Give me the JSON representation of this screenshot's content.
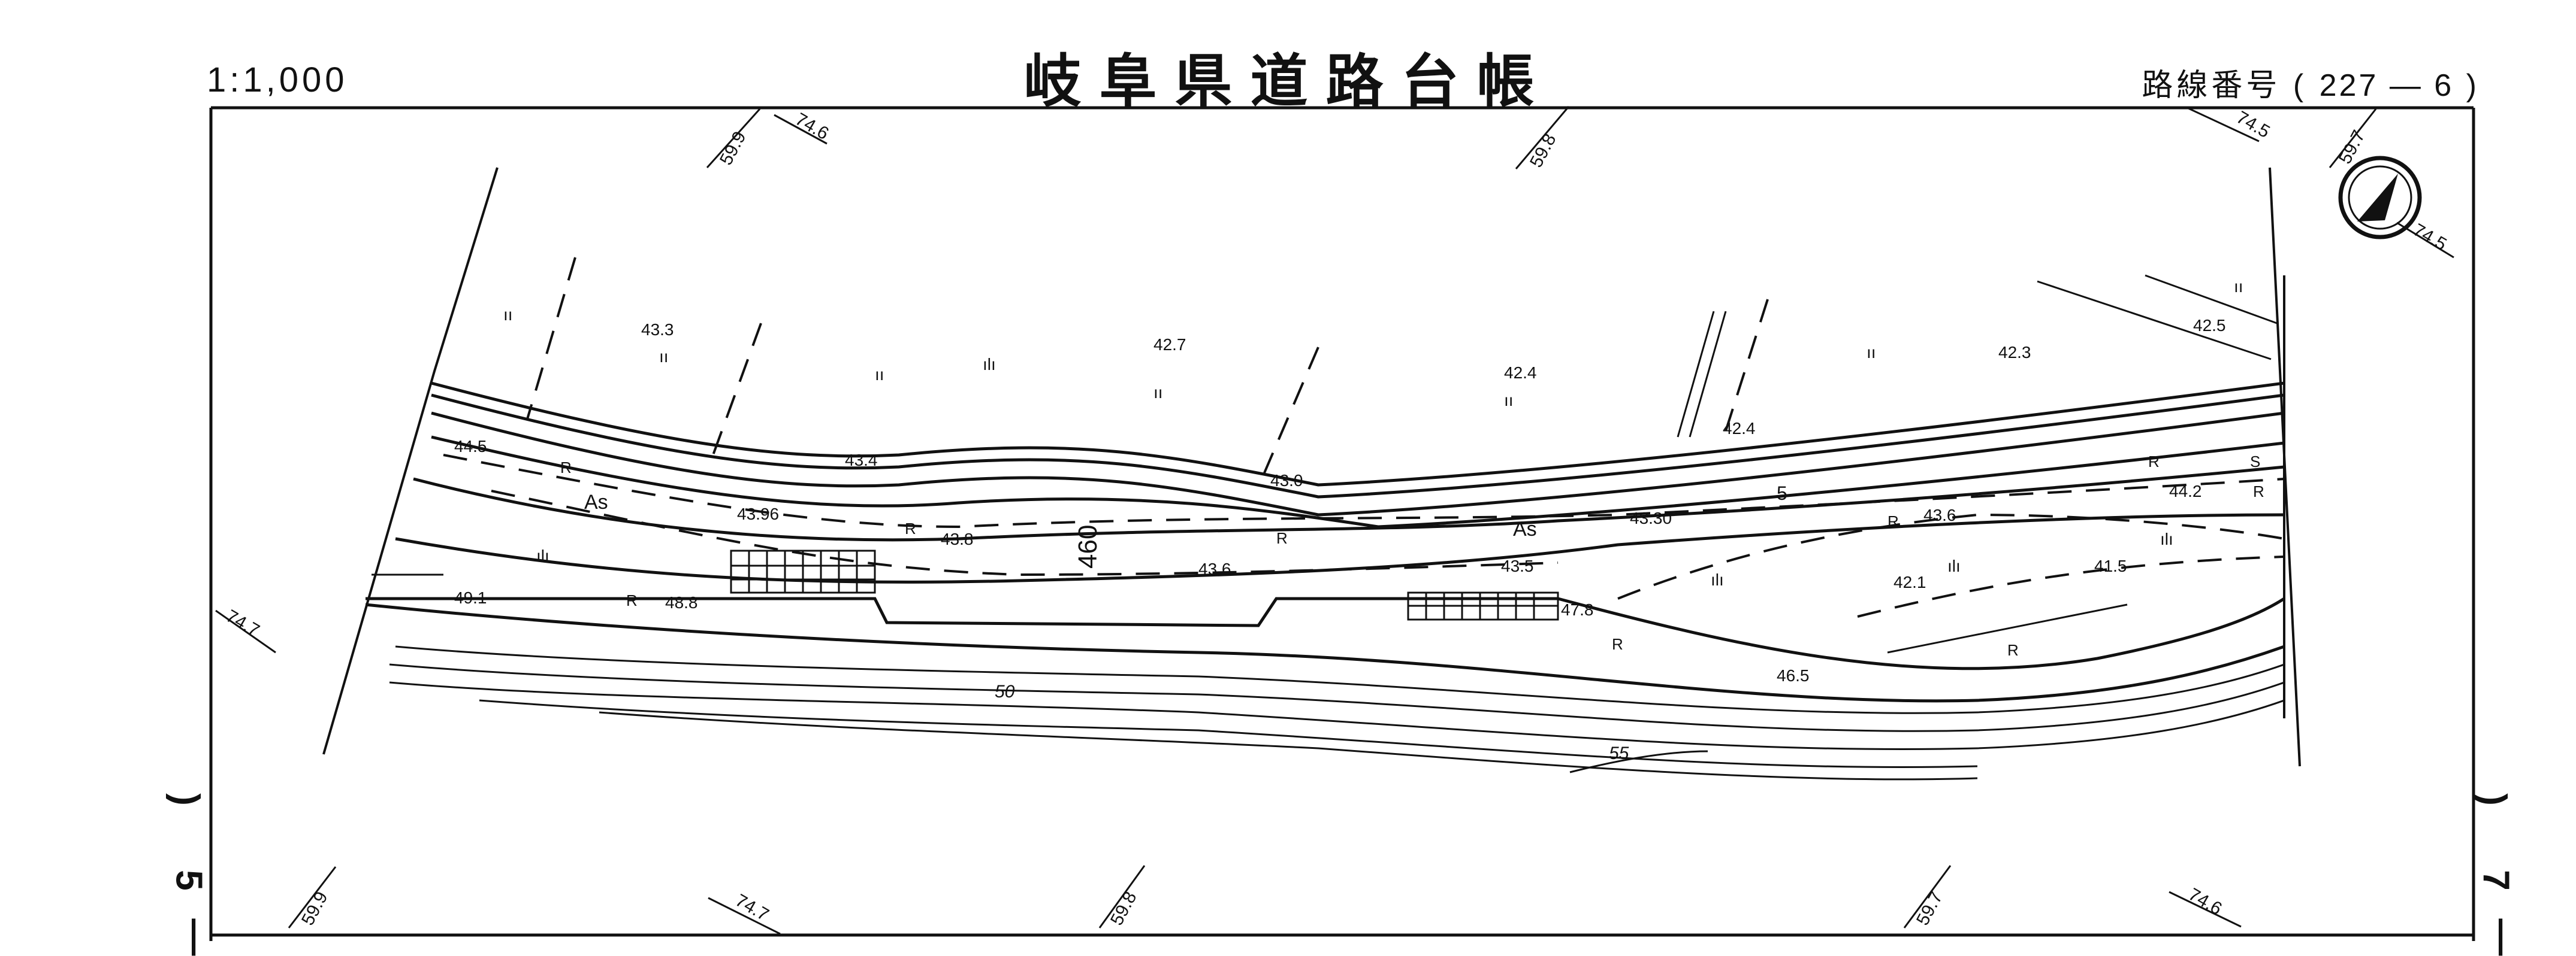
{
  "header": {
    "title": "岐阜県道路台帳",
    "scale": "1:1,000",
    "route_label": "路線番号",
    "route_open": "(",
    "route_number": "227 — 6",
    "route_close": ")"
  },
  "sheet_edges": {
    "left": {
      "paren": ")",
      "number": "5",
      "dash": "—"
    },
    "right": {
      "paren": ")",
      "number": "7",
      "dash": "—"
    }
  },
  "grid_labels": {
    "x_ticks_top": [
      "59.9",
      "59.8",
      "59.7"
    ],
    "y_ticks_top": [
      "74.6",
      "74.5"
    ],
    "x_ticks_bottom": [
      "59.9",
      "59.8",
      "59.7"
    ],
    "y_ticks_bottom": [
      "74.7",
      "74.6"
    ],
    "y_ticks_side": [
      "74.7",
      "74.5"
    ]
  },
  "elevations": {
    "e433": "43.3",
    "e427": "42.7",
    "e424a": "42.4",
    "e423": "42.3",
    "e425": "42.5",
    "e445": "44.5",
    "e434": "43.4",
    "e430": "43.0",
    "e424b": "42.4",
    "e4396": "43.96",
    "e438": "43.8",
    "e436": "43.6",
    "e4330": "43.30",
    "e436b": "43.6",
    "e442": "44.2",
    "e435": "43.5",
    "e421": "42.1",
    "e415": "41.5",
    "e491": "49.1",
    "e488": "48.8",
    "e478": "47.8",
    "e465": "46.5"
  },
  "map_marks": {
    "station": "460",
    "contour_50": "50",
    "contour_55": "55",
    "surface_as": "As",
    "road_r": "R",
    "field_mark": "ıı",
    "grass_mark": "ılı",
    "s_mark": "S",
    "five": "5"
  }
}
